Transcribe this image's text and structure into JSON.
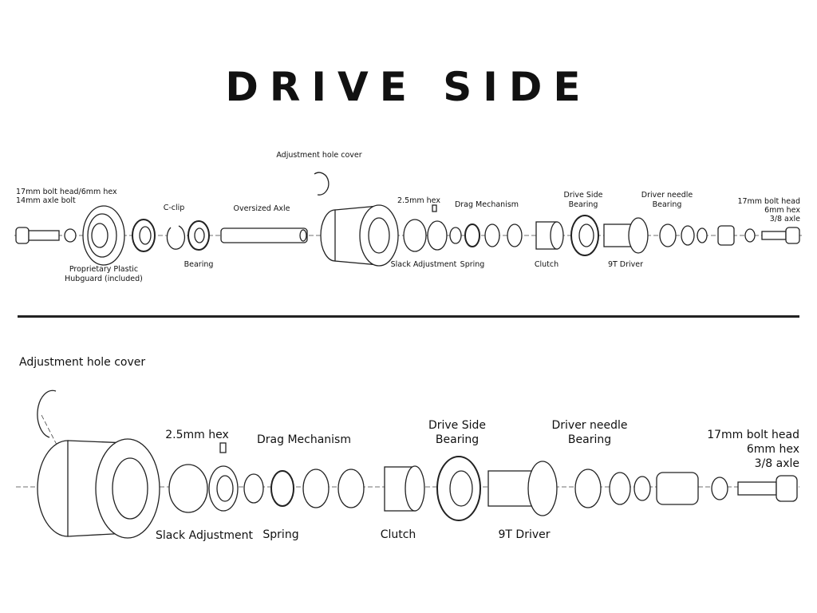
{
  "title": "DRIVE SIDE",
  "top": {
    "axle_bolt_1": "17mm bolt head/6mm hex",
    "axle_bolt_2": "14mm axle bolt",
    "hubguard_1": "Proprietary Plastic",
    "hubguard_2": "Hubguard (included)",
    "cclip": "C-clip",
    "bearing": "Bearing",
    "axle": "Oversized Axle",
    "adj_cover": "Adjustment hole cover",
    "hex": "2.5mm hex",
    "drag": "Drag Mechanism",
    "slack": "Slack Adjustment",
    "spring": "Spring",
    "clutch": "Clutch",
    "ds_bearing_1": "Drive Side",
    "ds_bearing_2": "Bearing",
    "driver": "9T Driver",
    "needle_1": "Driver needle",
    "needle_2": "Bearing",
    "bolt_1": "17mm bolt head",
    "bolt_2": "6mm hex",
    "bolt_3": "3/8 axle"
  },
  "bottom": {
    "adj_cover": "Adjustment hole cover",
    "hex": "2.5mm hex",
    "drag": "Drag Mechanism",
    "ds_bearing_1": "Drive Side",
    "ds_bearing_2": "Bearing",
    "needle_1": "Driver needle",
    "needle_2": "Bearing",
    "bolt_1": "17mm bolt head",
    "bolt_2": "6mm hex",
    "bolt_3": "3/8 axle",
    "slack": "Slack Adjustment",
    "spring": "Spring",
    "clutch": "Clutch",
    "driver": "9T Driver"
  }
}
